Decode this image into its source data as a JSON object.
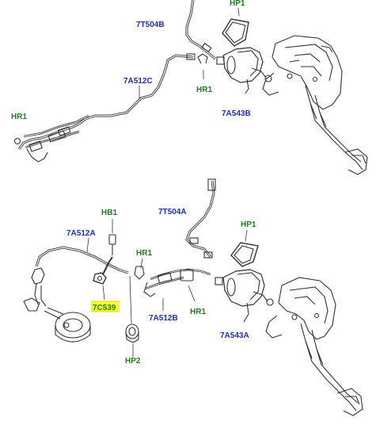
{
  "colors": {
    "part_blue": "#1f2fa8",
    "fixing_green": "#1e7d1e",
    "line": "#333333",
    "highlight": "#ffff33"
  },
  "upper": {
    "labels": {
      "hp1": "HP1",
      "t504b": "7T504B",
      "a512c": "7A512C",
      "hr1_a": "HR1",
      "hr1_b": "HR1",
      "a543b": "7A543B"
    }
  },
  "lower": {
    "labels": {
      "hb1": "HB1",
      "t504a": "7T504A",
      "a512a": "7A512A",
      "hp1": "HP1",
      "hr1_a": "HR1",
      "c539": "7C539",
      "a512b": "7A512B",
      "hr1_b": "HR1",
      "a543a": "7A543A",
      "hp2": "HP2"
    },
    "highlighted_part": "7C539"
  }
}
